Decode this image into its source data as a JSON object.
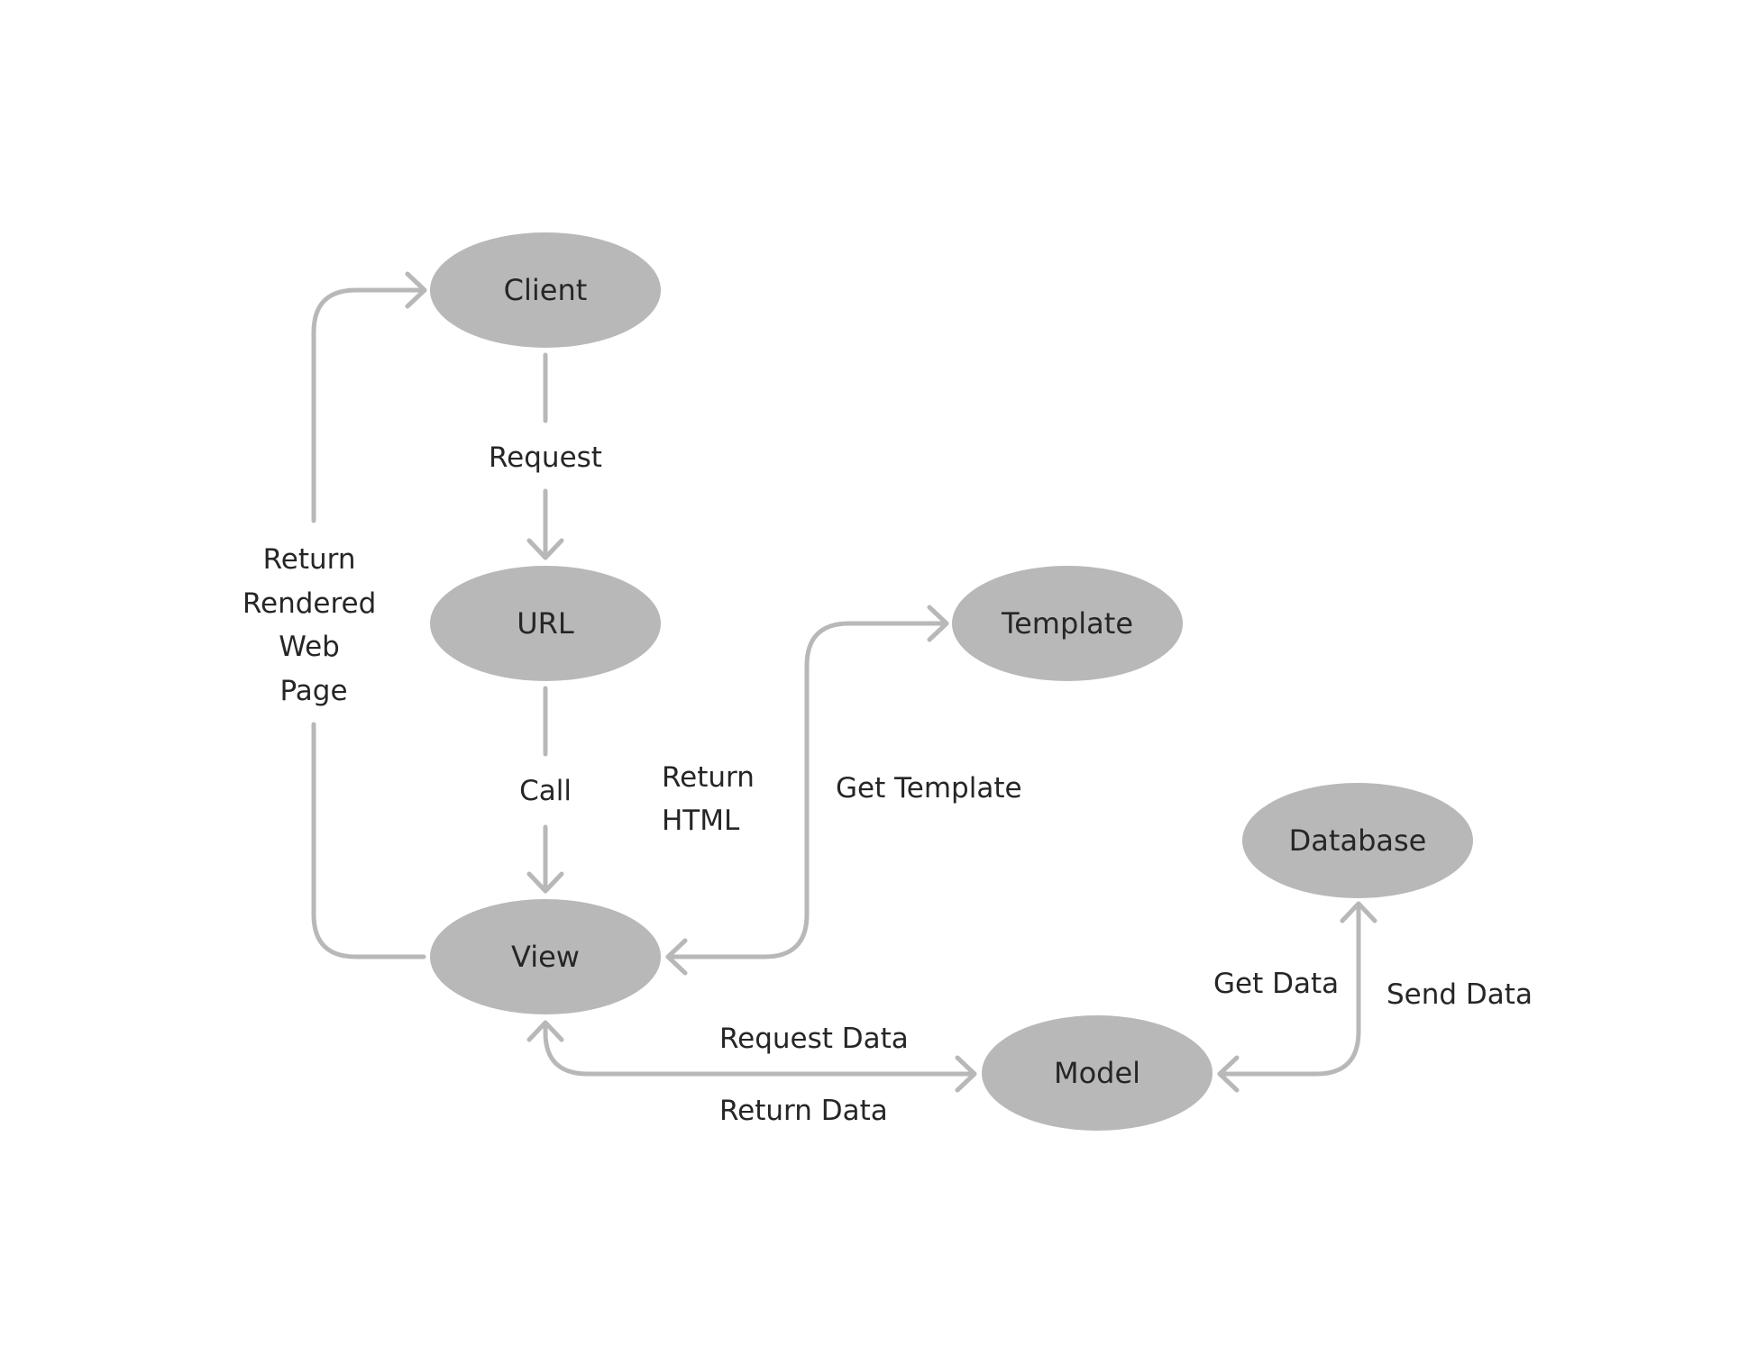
{
  "colors": {
    "node_fill": "#b8b8b8",
    "connector": "#b8b8b8",
    "text": "#262626",
    "background": "#ffffff"
  },
  "nodes": {
    "client": "Client",
    "url": "URL",
    "view": "View",
    "template": "Template",
    "database": "Database",
    "model": "Model"
  },
  "edges": {
    "request": "Request",
    "call": "Call",
    "return_rendered_web_page": [
      "Return",
      "Rendered",
      "Web",
      "Page"
    ],
    "return_html": [
      "Return",
      "HTML"
    ],
    "get_template": "Get Template",
    "request_data": "Request Data",
    "return_data": "Return Data",
    "get_data": "Get Data",
    "send_data": "Send Data"
  }
}
